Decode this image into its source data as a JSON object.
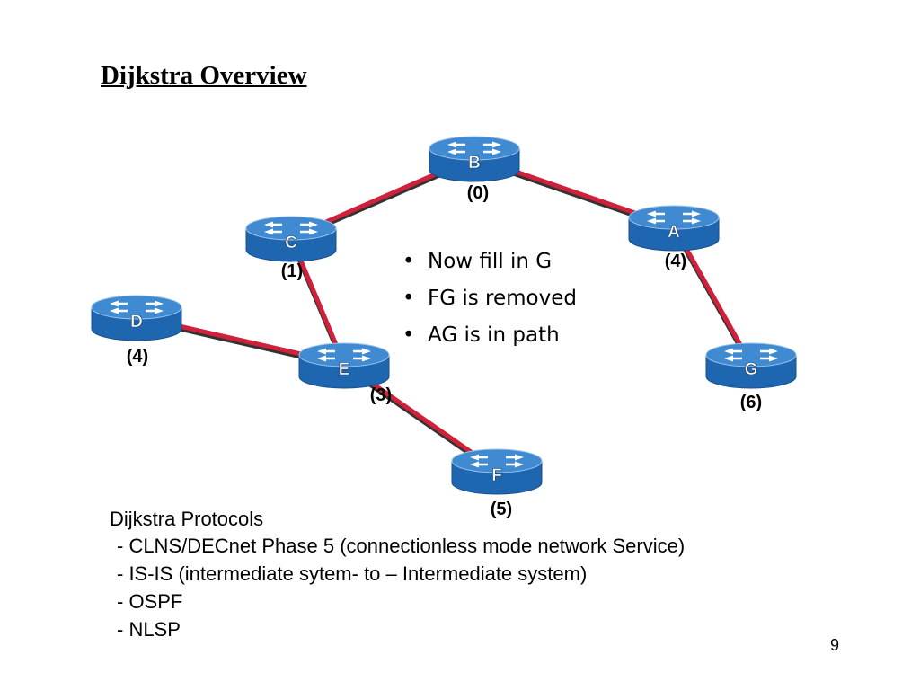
{
  "slide": {
    "title": "Dijkstra Overview",
    "page_number": "9"
  },
  "diagram": {
    "routers": [
      {
        "id": "B",
        "label": "B",
        "cost": "(0)"
      },
      {
        "id": "C",
        "label": "C",
        "cost": "(1)"
      },
      {
        "id": "A",
        "label": "A",
        "cost": "(4)"
      },
      {
        "id": "D",
        "label": "D",
        "cost": "(4)"
      },
      {
        "id": "E",
        "label": "E",
        "cost": "(3)"
      },
      {
        "id": "G",
        "label": "G",
        "cost": "(6)"
      },
      {
        "id": "F",
        "label": "F",
        "cost": "(5)"
      }
    ],
    "links": [
      {
        "from": "C",
        "to": "B"
      },
      {
        "from": "B",
        "to": "A"
      },
      {
        "from": "A",
        "to": "G"
      },
      {
        "from": "C",
        "to": "E"
      },
      {
        "from": "D",
        "to": "E"
      },
      {
        "from": "E",
        "to": "F"
      }
    ],
    "colors": {
      "link": "#d0203a",
      "router_top": "#3f8ad0",
      "router_body": "#1f66b0",
      "router_arrows": "#ffffff"
    },
    "icon": "router-icon"
  },
  "bullets": [
    "Now fill in G",
    "FG is removed",
    "AG is in path"
  ],
  "protocols": {
    "heading": "Dijkstra Protocols",
    "items": [
      "- CLNS/DECnet Phase 5 (connectionless mode network Service)",
      "- IS-IS (intermediate sytem- to – Intermediate system)",
      "- OSPF",
      "- NLSP"
    ]
  }
}
